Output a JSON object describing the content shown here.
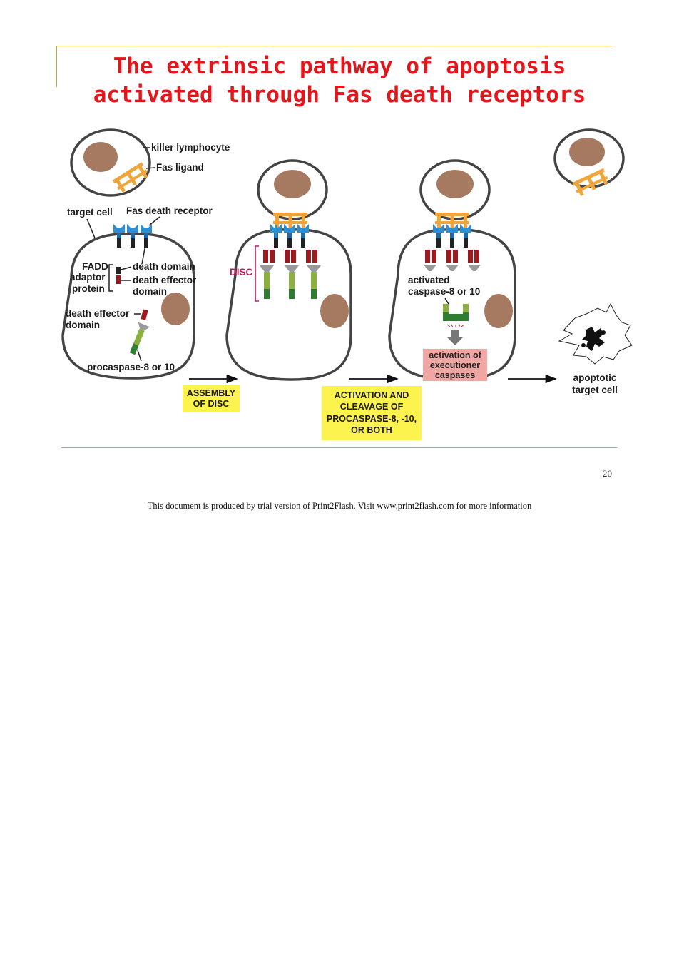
{
  "slide": {
    "title_line1": "The extrinsic pathway of apoptosis",
    "title_line2": "activated through Fas death receptors",
    "page_number": "20"
  },
  "diagram": {
    "labels": {
      "killer_lymphocyte": "killer lymphocyte",
      "fas_ligand": "Fas ligand",
      "target_cell": "target cell",
      "fas_death_receptor": "Fas death receptor",
      "fadd_line1": "FADD",
      "fadd_line2": "adaptor",
      "fadd_line3": "protein",
      "death_domain": "death domain",
      "death_effector_domain_line1": "death effector",
      "death_effector_domain_line2": "domain",
      "ded_left_line1": "death effector",
      "ded_left_line2": "domain",
      "procaspase": "procaspase-8 or 10",
      "disc": "DISC",
      "activated_caspase_line1": "activated",
      "activated_caspase_line2": "caspase-8 or 10",
      "activation_executioner_line1": "activation of",
      "activation_executioner_line2": "executioner",
      "activation_executioner_line3": "caspases",
      "apoptotic_line1": "apoptotic",
      "apoptotic_line2": "target cell"
    },
    "steps": {
      "assembly_line1": "ASSEMBLY",
      "assembly_line2": "OF DISC",
      "activation_line1": "ACTIVATION AND",
      "activation_line2": "CLEAVAGE OF",
      "activation_line3": "PROCASPASE-8, -10,",
      "activation_line4": "OR BOTH"
    },
    "colors": {
      "title": "#e3161b",
      "rule": "#d9a030",
      "nucleus": "#a57a60",
      "ligand": "#f0a53a",
      "receptor": "#2b8fd0",
      "death_domain": "#222222",
      "effector_domain": "#9b1b20",
      "procaspase_light": "#8bb040",
      "procaspase_dark": "#2f7d32",
      "step_box": "#fdf34f",
      "executioner_box": "#f0a7a3",
      "disc_bracket": "#c2185b"
    }
  },
  "footer": {
    "text": "This document is produced by trial version of Print2Flash. Visit www.print2flash.com for more information"
  }
}
